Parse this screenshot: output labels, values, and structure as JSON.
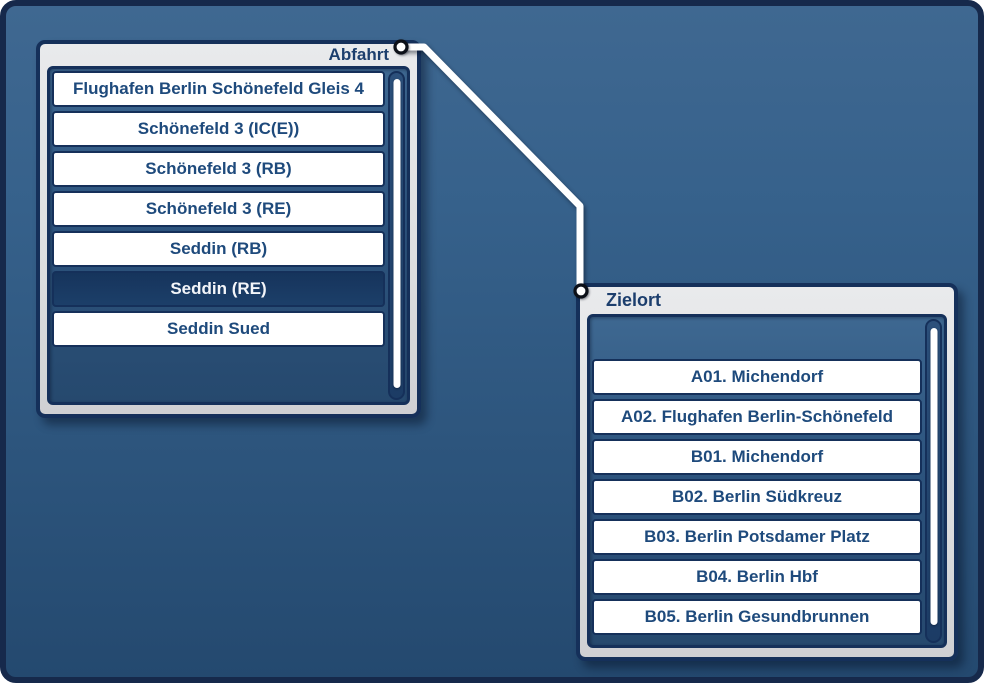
{
  "window": {
    "background_top": "#3f6891",
    "background_bottom": "#24496f",
    "frame_color": "#16294b"
  },
  "connector": {
    "color": "#ffffff"
  },
  "abfahrt": {
    "title": "Abfahrt",
    "items": [
      "Flughafen Berlin Schönefeld Gleis 4",
      "Schönefeld 3 (IC(E))",
      "Schönefeld 3 (RB)",
      "Schönefeld 3 (RE)",
      "Seddin (RB)",
      "Seddin (RE)",
      "Seddin Sued"
    ],
    "selected_index": 5
  },
  "zielort": {
    "title": "Zielort",
    "leading_empty_row": true,
    "items": [
      "A01. Michendorf",
      "A02. Flughafen Berlin-Schönefeld",
      "B01. Michendorf",
      "B02. Berlin Südkreuz",
      "B03. Berlin Potsdamer Platz",
      "B04. Berlin Hbf",
      "B05. Berlin Gesundbrunnen"
    ],
    "selected_index": null
  },
  "colors": {
    "navy_border": "#15305a",
    "item_text": "#1e4a7c",
    "selected_bg": "#16345c",
    "selected_text": "#f3f5f9",
    "panel_frame": "#dcdddf",
    "header_text": "#1c3e6d"
  }
}
